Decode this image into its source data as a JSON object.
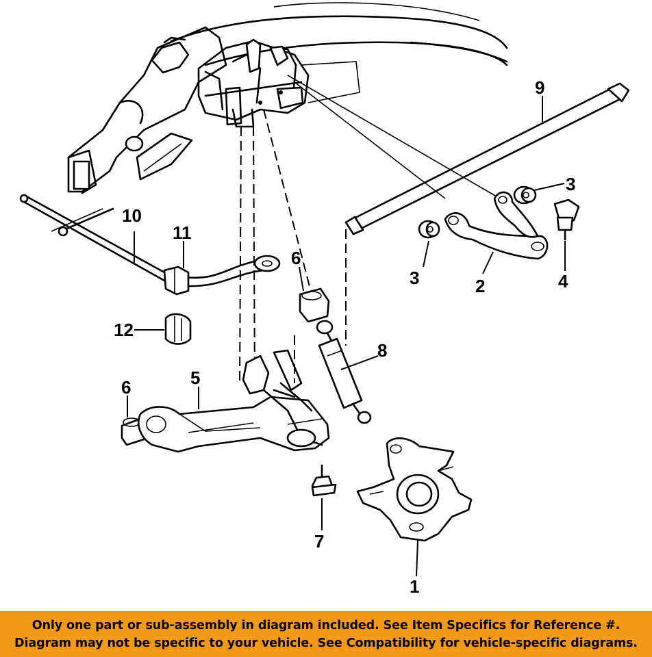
{
  "diagram": {
    "callouts": {
      "c1": "1",
      "c2": "2",
      "c3a": "3",
      "c3b": "3",
      "c4": "4",
      "c5": "5",
      "c6a": "6",
      "c6b": "6",
      "c7": "7",
      "c8": "8",
      "c9": "9",
      "c10": "10",
      "c11": "11",
      "c12": "12"
    }
  },
  "banner": {
    "line1": "Only one part or sub-assembly in diagram included. See Item Specifics for Reference #.",
    "line2": "Diagram may not be specific to your vehicle. See Compatibility for vehicle-specific diagrams.",
    "color": "#f29a17"
  }
}
